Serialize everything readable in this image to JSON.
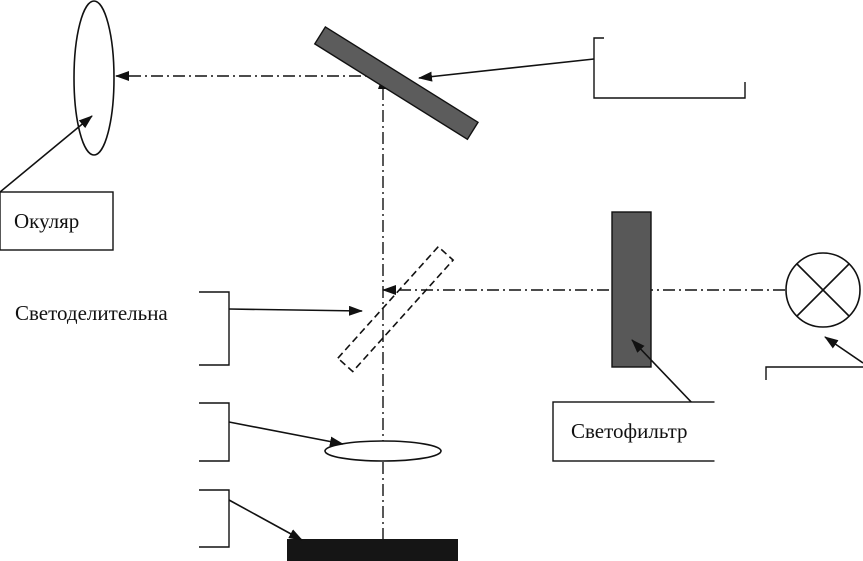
{
  "labels": {
    "eyepiece": "Окуляр",
    "beamsplitter": "Светоделительна",
    "filter": "Светофильтр"
  },
  "colors": {
    "line": "#111111",
    "mirror_fill": "#5c5c5c",
    "filter_fill": "#585858",
    "sample_fill": "#151515",
    "lens_fill": "#ffffff"
  }
}
